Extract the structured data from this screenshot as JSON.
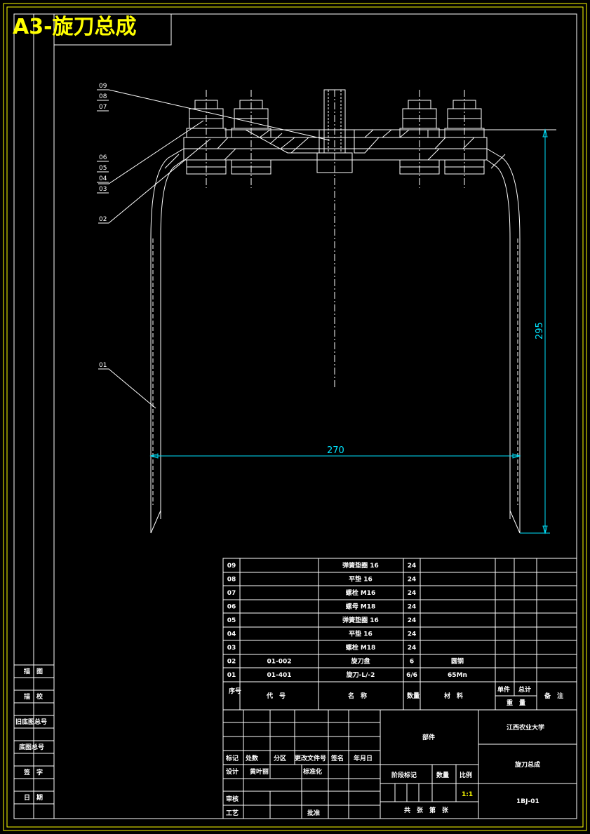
{
  "header": {
    "title": "A3-旋刀总成"
  },
  "callouts": [
    "09",
    "08",
    "07",
    "06",
    "05",
    "04",
    "03",
    "02",
    "01"
  ],
  "dimensions": {
    "height": "295",
    "width": "270"
  },
  "parts_table": {
    "rows": [
      {
        "no": "09",
        "code": "",
        "name": "弹簧垫圈 16",
        "qty": "24",
        "material": ""
      },
      {
        "no": "08",
        "code": "",
        "name": "平垫 16",
        "qty": "24",
        "material": ""
      },
      {
        "no": "07",
        "code": "",
        "name": "螺栓 M16",
        "qty": "24",
        "material": ""
      },
      {
        "no": "06",
        "code": "",
        "name": "螺母 M18",
        "qty": "24",
        "material": ""
      },
      {
        "no": "05",
        "code": "",
        "name": "弹簧垫圈 16",
        "qty": "24",
        "material": ""
      },
      {
        "no": "04",
        "code": "",
        "name": "平垫 16",
        "qty": "24",
        "material": ""
      },
      {
        "no": "03",
        "code": "",
        "name": "螺栓 M18",
        "qty": "24",
        "material": ""
      },
      {
        "no": "02",
        "code": "01-002",
        "name": "旋刀盘",
        "qty": "6",
        "material": "圆钢"
      },
      {
        "no": "01",
        "code": "01-401",
        "name": "旋刀-L/-2",
        "qty": "6/6",
        "material": "65Mn"
      }
    ],
    "header": {
      "no": "序号",
      "code": "代　号",
      "name": "名　称",
      "qty": "数量",
      "material": "材　料",
      "unit": "单件",
      "total": "总计",
      "weight": "重　量",
      "remark": "备　注"
    }
  },
  "side_labels": [
    "描　图",
    "描　校",
    "旧底图总号",
    "底图总号",
    "签　字",
    "日　期"
  ],
  "title_block": {
    "part": "部件",
    "university": "江西农业大学",
    "drawing_name": "旋刀总成",
    "drawing_no": "1BJ-01",
    "scale": "1:1",
    "labels": {
      "mark": "标记",
      "count": "处数",
      "zone": "分区",
      "doc": "更改文件号",
      "sign": "签名",
      "date": "年月日",
      "design": "设计",
      "designer": "黄叶丽",
      "std": "标准化",
      "stage": "阶段标记",
      "weight": "数量",
      "ratio": "比例",
      "check": "审核",
      "process": "工艺",
      "approve": "批准",
      "sheets": "共　张　第　张"
    }
  }
}
